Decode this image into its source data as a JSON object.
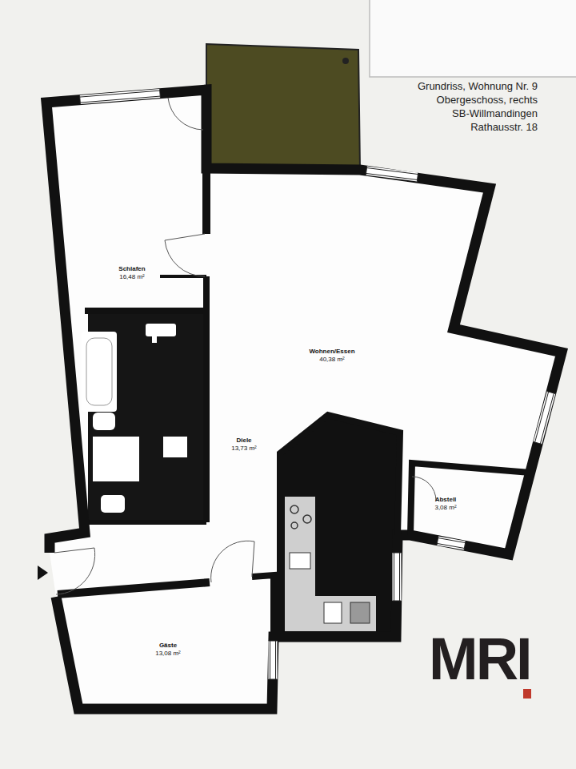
{
  "diagram": {
    "title": "Grundriss, Wohnung Nr. 9",
    "nodes": [
      {
        "text": [
          "Schlafen",
          "16,48 m²"
        ]
      },
      {
        "text": [
          "Wohnen/Essen",
          "40,38 m²"
        ]
      },
      {
        "text": [
          "Diele",
          "13,73 m²"
        ]
      },
      {
        "text": [
          "Abstell",
          "3,08 m²"
        ]
      },
      {
        "text": [
          "Gäste",
          "13,08 m²"
        ]
      }
    ],
    "labels": [
      "Obergeschoss, rechts",
      "SB-Willmandingen",
      "Rathausstr. 18",
      "MRI"
    ]
  }
}
